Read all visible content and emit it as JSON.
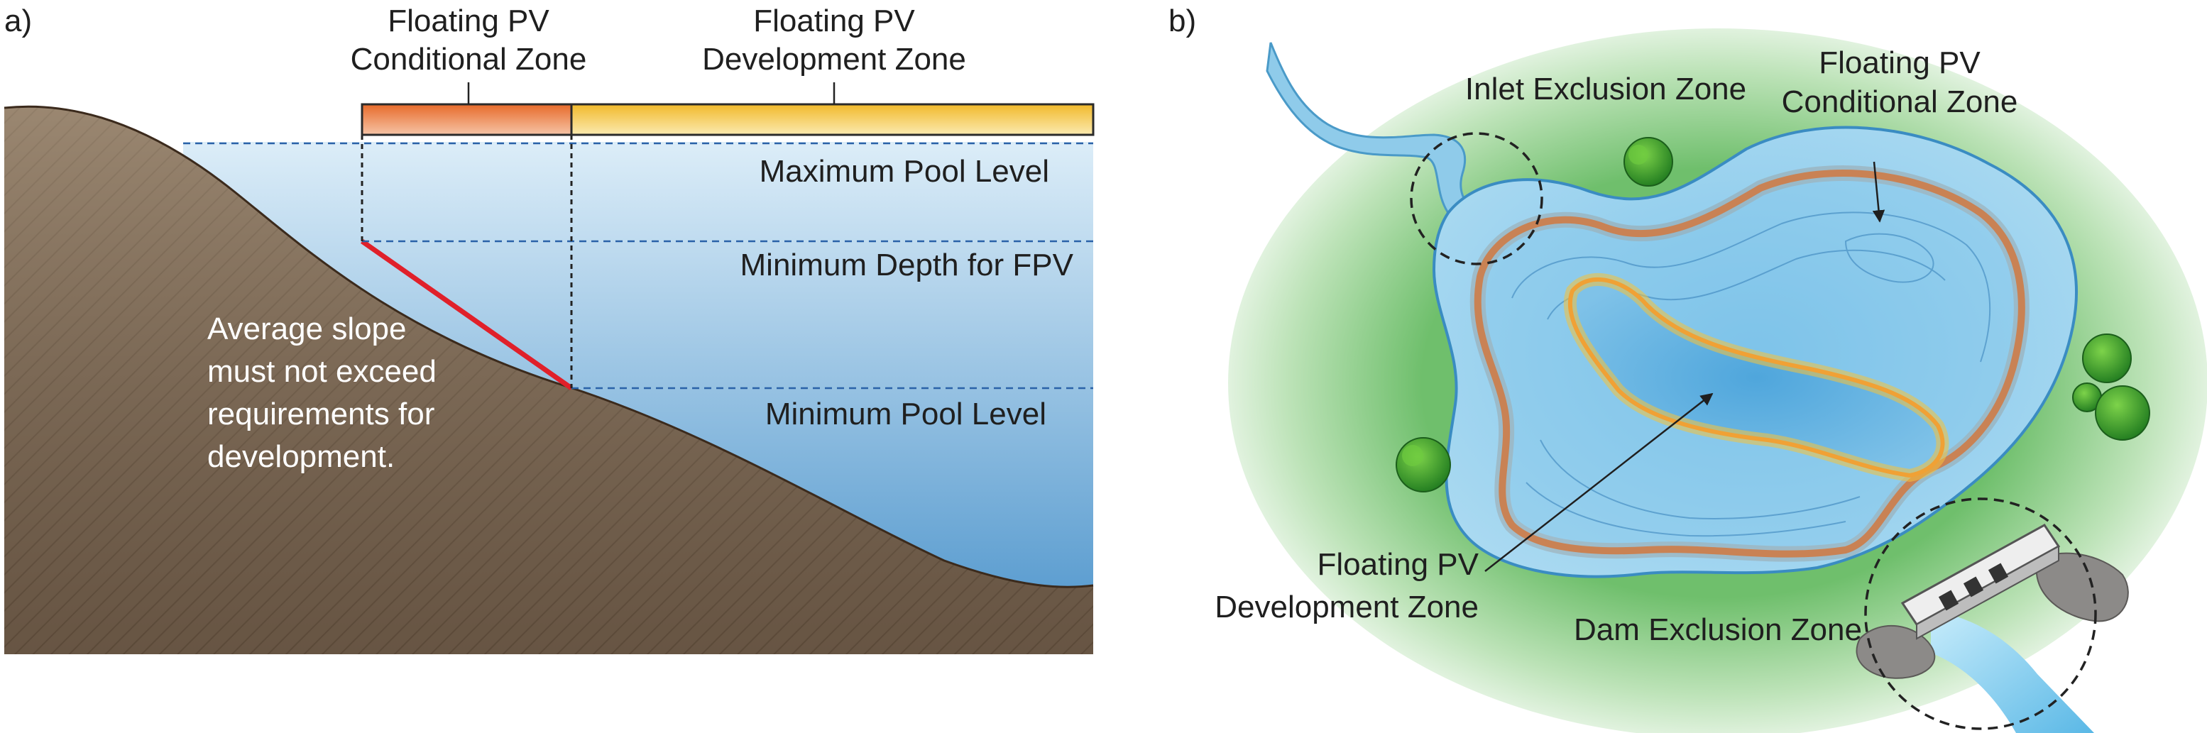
{
  "panel_a": {
    "tag": "a)",
    "conditional_zone": [
      "Floating PV",
      "Conditional Zone"
    ],
    "development_zone": [
      "Floating PV",
      "Development Zone"
    ],
    "max_pool": "Maximum Pool Level",
    "min_depth": "Minimum Depth for FPV",
    "min_pool": "Minimum Pool Level",
    "slope_note": [
      "Average slope",
      "must not exceed",
      "requirements for",
      "development."
    ]
  },
  "panel_b": {
    "tag": "b)",
    "inlet_exclusion": "Inlet Exclusion Zone",
    "conditional_zone": [
      "Floating PV",
      "Conditional Zone"
    ],
    "development_zone": [
      "Floating PV",
      "Development Zone"
    ],
    "dam_exclusion": "Dam Exclusion Zone"
  },
  "colors": {
    "water_light": "#d6eaf6",
    "water_deep": "#4f97cd",
    "soil": "#84705b",
    "slope_line": "#e0202a",
    "conditional_bar": "#e8782f",
    "development_bar": "#f2c23a",
    "grass": "#7cc57a",
    "lake": "#8fcbea"
  }
}
